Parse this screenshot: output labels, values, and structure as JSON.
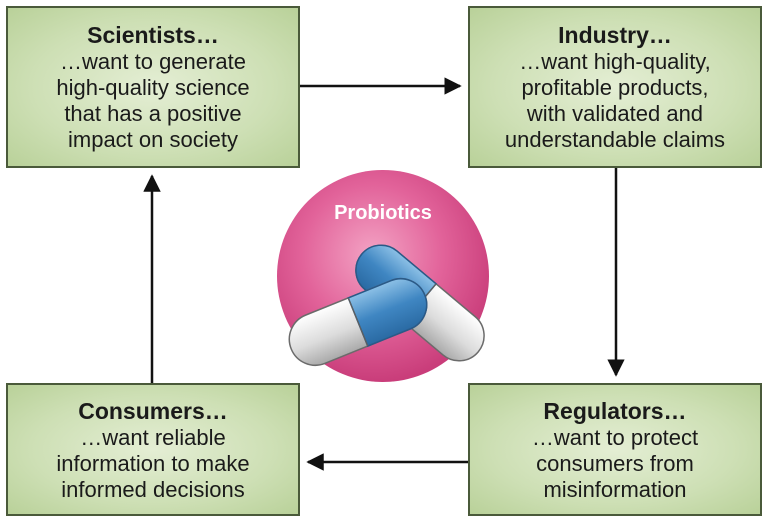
{
  "scientists": {
    "title": "Scientists…",
    "lines": [
      "…want to generate",
      "high-quality science",
      "that has a positive",
      "impact on society"
    ]
  },
  "industry": {
    "title": "Industry…",
    "lines": [
      "…want high-quality,",
      "profitable products,",
      "with validated and",
      "understandable claims"
    ]
  },
  "regulators": {
    "title": "Regulators…",
    "lines": [
      "…want to protect",
      "consumers from",
      "misinformation"
    ]
  },
  "consumers": {
    "title": "Consumers…",
    "lines": [
      "…want reliable",
      "information to make",
      "informed decisions"
    ]
  },
  "center": {
    "label": "Probiotics"
  },
  "colors": {
    "box_fill": "#cddfb4",
    "box_border": "#4a5a3a",
    "circle": "#e0588f",
    "capsule_blue": "#4a90c8",
    "capsule_white": "#e8e8e8",
    "arrow": "#111111"
  },
  "icons": {
    "center": "capsule-pills-icon"
  }
}
